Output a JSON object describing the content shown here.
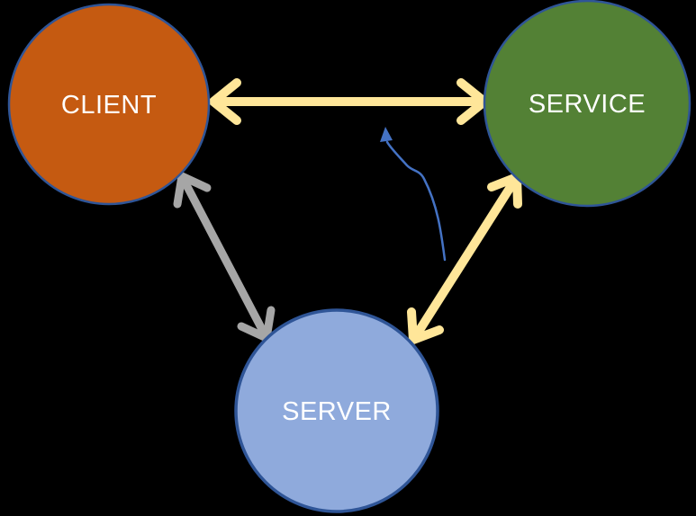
{
  "diagram": {
    "background": "#000000",
    "nodes": {
      "client": {
        "label": "CLIENT",
        "fill": "#C55A11",
        "border": "#2F5597",
        "text_color": "#FFFFFF"
      },
      "service": {
        "label": "SERVICE",
        "fill": "#538135",
        "border": "#2F5597",
        "text_color": "#FFFFFF"
      },
      "server": {
        "label": "SERVER",
        "fill": "#8FAADC",
        "border": "#2F5597",
        "text_color": "#FFFFFF"
      }
    },
    "edges": {
      "client_service": {
        "from": "CLIENT",
        "to": "SERVICE",
        "style": "double-arrow",
        "color": "#FFE699"
      },
      "client_server": {
        "from": "CLIENT",
        "to": "SERVER",
        "style": "double-arrow",
        "color": "#A6A6A6"
      },
      "service_server": {
        "from": "SERVICE",
        "to": "SERVER",
        "style": "double-arrow",
        "color": "#FFE699"
      },
      "annotation": {
        "from": "SERVER area",
        "to": "CLIENT-SERVICE arrow",
        "style": "curved-arrow",
        "color": "#4472C4"
      }
    }
  }
}
